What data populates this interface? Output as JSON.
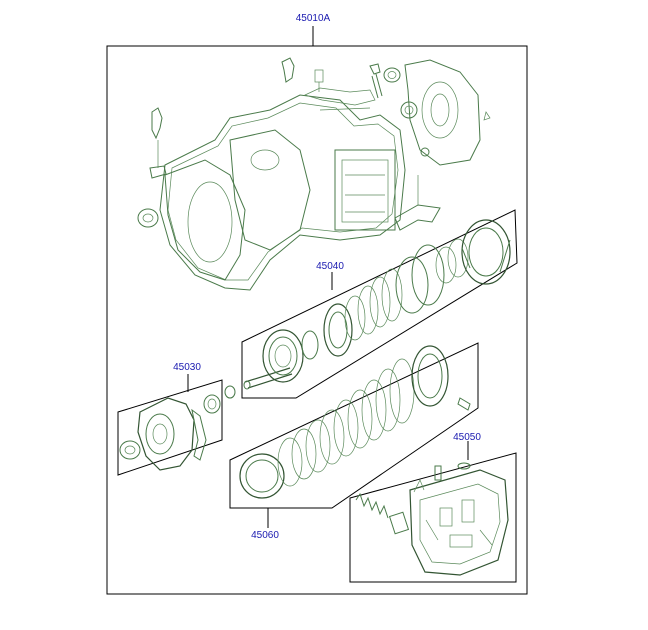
{
  "assembly": {
    "label": "45010A"
  },
  "groups": [
    {
      "id": "valve-body-case",
      "label": ""
    },
    {
      "id": "clutch-pack",
      "label": "45040"
    },
    {
      "id": "oil-pump",
      "label": "45030"
    },
    {
      "id": "brake-pack",
      "label": "45060"
    },
    {
      "id": "valve-body",
      "label": "45050"
    }
  ],
  "colors": {
    "callout": "#1a1ab0",
    "frame": "#000000",
    "line_art": "#4a7a4a"
  }
}
